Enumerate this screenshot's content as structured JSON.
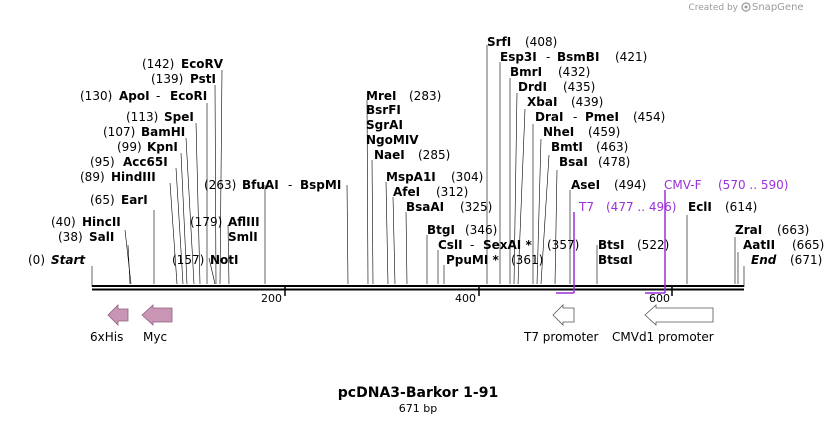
{
  "credit": {
    "prefix": "Created by",
    "brand": "SnapGene"
  },
  "title": "pcDNA3-Barkor 1-91",
  "length_label": "671 bp",
  "ticks": [
    "200",
    "400",
    "600"
  ],
  "sites": [
    {
      "pos": "(0)",
      "name": "Start"
    },
    {
      "pos": "(38)",
      "name": "SalI"
    },
    {
      "pos": "(40)",
      "name": "HincII"
    },
    {
      "pos": "(65)",
      "name": "EarI"
    },
    {
      "pos": "(89)",
      "name": "HindIII"
    },
    {
      "pos": "(95)",
      "name": "Acc65I"
    },
    {
      "pos": "(99)",
      "name": "KpnI"
    },
    {
      "pos": "(107)",
      "name": "BamHI"
    },
    {
      "pos": "(113)",
      "name": "SpeI"
    },
    {
      "pos": "(130)",
      "name": "ApoI",
      "name2": "EcoRI"
    },
    {
      "pos": "(139)",
      "name": "PstI"
    },
    {
      "pos": "(142)",
      "name": "EcoRV"
    },
    {
      "pos": "(157)",
      "name": "NotI"
    },
    {
      "pos": "(179)",
      "name": "AflIII",
      "name2": "SmlI"
    },
    {
      "pos": "(263)",
      "name": "BfuAI",
      "name2": "BspMI"
    },
    {
      "pos": "(283)",
      "name": "MreI",
      "name2": "BsrFI",
      "name3": "SgrAI",
      "name4": "NgoMIV"
    },
    {
      "pos": "(285)",
      "name": "NaeI"
    },
    {
      "pos": "(304)",
      "name": "MspA1I"
    },
    {
      "pos": "(312)",
      "name": "AfeI"
    },
    {
      "pos": "(325)",
      "name": "BsaAI"
    },
    {
      "pos": "(346)",
      "name": "BtgI"
    },
    {
      "pos": "(357)",
      "name": "CslI",
      "name2": "SexAI *"
    },
    {
      "pos": "(361)",
      "name": "PpuMI *"
    },
    {
      "pos": "(408)",
      "name": "SrfI"
    },
    {
      "pos": "(421)",
      "name": "Esp3I",
      "name2": "BsmBI"
    },
    {
      "pos": "(432)",
      "name": "BmrI"
    },
    {
      "pos": "(435)",
      "name": "DrdI"
    },
    {
      "pos": "(439)",
      "name": "XbaI"
    },
    {
      "pos": "(454)",
      "name": "DraI",
      "name2": "PmeI"
    },
    {
      "pos": "(459)",
      "name": "NheI"
    },
    {
      "pos": "(463)",
      "name": "BmtI"
    },
    {
      "pos": "(478)",
      "name": "BsaI"
    },
    {
      "pos": "(494)",
      "name": "AseI"
    },
    {
      "pos": "(522)",
      "name": "BtsI",
      "name2": "BtsαI"
    },
    {
      "pos": "(614)",
      "name": "EclI"
    },
    {
      "pos": "(663)",
      "name": "ZraI"
    },
    {
      "pos": "(665)",
      "name": "AatII"
    },
    {
      "pos": "(671)",
      "name": "End"
    }
  ],
  "primers": [
    {
      "name": "T7",
      "range": "(477 .. 496)"
    },
    {
      "name": "CMV-F",
      "range": "(570 .. 590)"
    }
  ],
  "features": [
    {
      "name": "6xHis"
    },
    {
      "name": "Myc"
    },
    {
      "name": "T7 promoter"
    },
    {
      "name": "CMVd1 promoter"
    }
  ],
  "colors": {
    "tag_fill": "#c896b4",
    "primer": "#9b30d9",
    "promoter_fill": "#ffffff",
    "backbone": "#000000"
  }
}
